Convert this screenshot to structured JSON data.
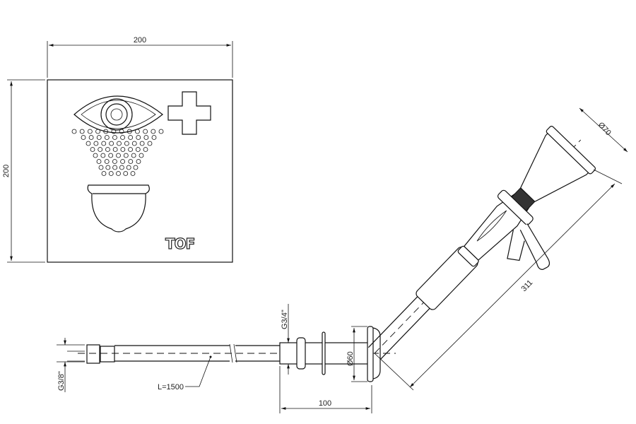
{
  "dimensions": {
    "plate_width": "200",
    "plate_height": "200",
    "head_diameter": "Ø70",
    "arm_length": "311",
    "thread_outlet": "G3/4\"",
    "flange_diameter": "Ø60",
    "depth": "100",
    "hose_length": "L=1500",
    "thread_inlet": "G3/8\""
  },
  "sign": {
    "logo": "TOF"
  }
}
